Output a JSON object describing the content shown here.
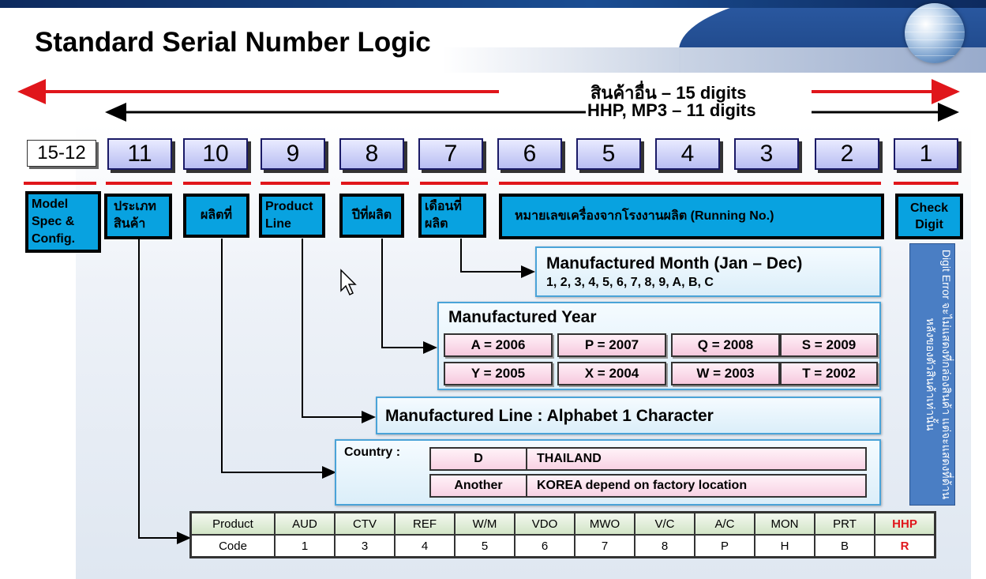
{
  "header": {
    "title": "Standard Serial Number Logic"
  },
  "lengths": {
    "other_products": "สินค้าอื่น   – 15 digits",
    "hhp_mp3": "HHP, MP3 – 11 digits"
  },
  "digits": [
    "15-12",
    "11",
    "10",
    "9",
    "8",
    "7",
    "6",
    "5",
    "4",
    "3",
    "2",
    "1"
  ],
  "labels": {
    "model": "Model Spec & Config.",
    "product_type": "ประเภท สินค้า",
    "made_in": "ผลิตที่",
    "product_line": "Product Line",
    "year": "ปีที่ผลิต",
    "month": "เดือนที่ ผลิต",
    "running": "หมายเลขเครื่องจากโรงงานผลิต (Running No.)",
    "check": "Check Digit"
  },
  "month_panel": {
    "title": "Manufactured Month (Jan – Dec)",
    "values": "1, 2, 3, 4, 5, 6, 7, 8, 9, A, B, C"
  },
  "year_panel": {
    "title": "Manufactured Year",
    "codes": [
      "A = 2006",
      "P = 2007",
      "Q = 2008",
      "S = 2009",
      "Y = 2005",
      "X = 2004",
      "W = 2003",
      "T = 2002"
    ]
  },
  "line_panel": {
    "text": "Manufactured Line  :  Alphabet 1 Character"
  },
  "country_panel": {
    "label": "Country :",
    "rows": [
      {
        "code": "D",
        "name": "THAILAND"
      },
      {
        "code": "Another",
        "name": "KOREA depend on factory location"
      }
    ]
  },
  "product_table": {
    "row_labels": [
      "Product",
      "Code"
    ],
    "products": [
      "AUD",
      "CTV",
      "REF",
      "W/M",
      "VDO",
      "MWO",
      "V/C",
      "A/C",
      "MON",
      "PRT",
      "HHP"
    ],
    "codes": [
      "1",
      "3",
      "4",
      "5",
      "6",
      "7",
      "8",
      "P",
      "H",
      "B",
      "R"
    ]
  },
  "side_note": "Digit Error จะไม่แสดงที่กล่องสินค้า แต่จะแสดงที่ด้านหลังของตัวสินค้าเท่านั้น",
  "colors": {
    "accent_red": "#e0161b",
    "label_cyan": "#08a2e0",
    "side_note_blue": "#4a7ec4",
    "header_blue": "#1a4d92"
  }
}
